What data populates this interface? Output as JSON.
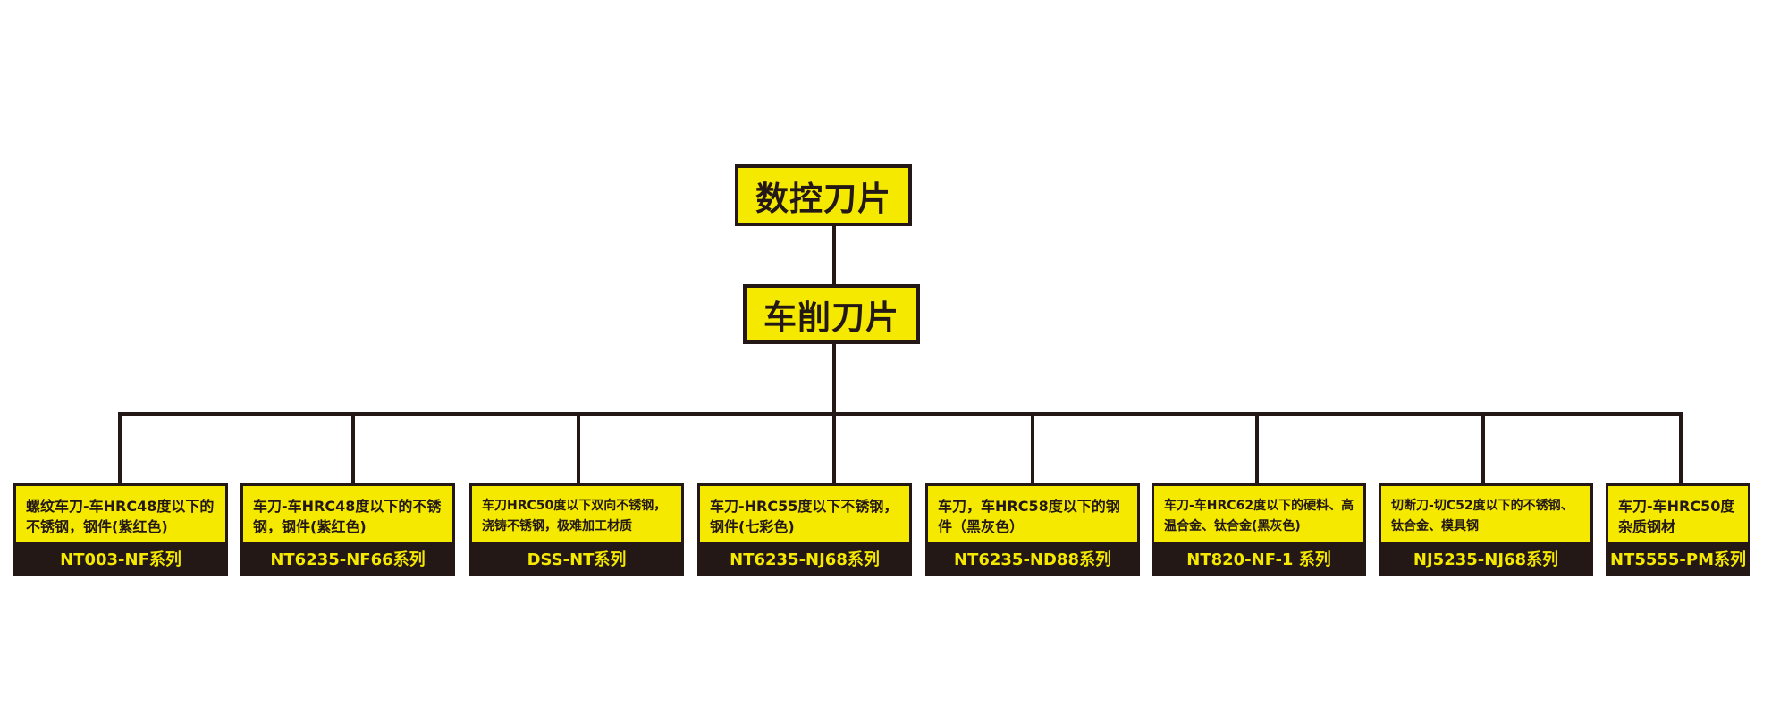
{
  "root": {
    "label": "数控刀片"
  },
  "category": {
    "label": "车削刀片"
  },
  "products": [
    {
      "description": "螺纹车刀-车HRC48度以下的不锈钢，钢件(紫红色)",
      "series": "NT003-NF系列"
    },
    {
      "description": "车刀-车HRC48度以下的不锈钢，钢件(紫红色)",
      "series": "NT6235-NF66系列"
    },
    {
      "description": "车刀HRC50度以下双向不锈钢，浇铸不锈钢，极难加工材质",
      "series": "DSS-NT系列"
    },
    {
      "description": "车刀-HRC55度以下不锈钢，钢件(七彩色)",
      "series": "NT6235-NJ68系列"
    },
    {
      "description": "车刀，车HRC58度以下的钢件（黑灰色）",
      "series": "NT6235-ND88系列"
    },
    {
      "description": "车刀-车HRC62度以下的硬料、高温合金、钛合金(黑灰色)",
      "series": "NT820-NF-1 系列"
    },
    {
      "description": "切断刀-切C52度以下的不锈钢、钛合金、模具钢",
      "series": "NJ5235-NJ68系列"
    },
    {
      "description": "车刀-车HRC50度杂质钢材",
      "series": "NT5555-PM系列"
    }
  ],
  "colors": {
    "box_fill": "#f5e900",
    "box_border": "#231815",
    "background": "#ffffff"
  }
}
